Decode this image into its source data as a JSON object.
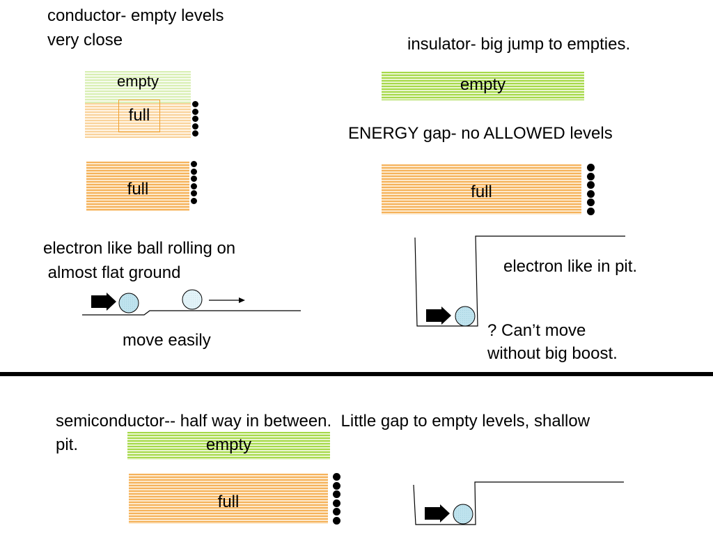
{
  "conductor": {
    "title_line1": "conductor- empty levels",
    "title_line2": "very close",
    "empty_label": "empty",
    "full_inner_label": "full",
    "full_label": "full",
    "analogy_line1": "electron like ball rolling on",
    "analogy_line2": " almost flat ground",
    "result": "move easily"
  },
  "insulator": {
    "title": "insulator- big jump to empties.",
    "empty_label": "empty",
    "gap_label": "ENERGY gap- no ALLOWED levels",
    "full_label": "full",
    "analogy": "electron like in pit.",
    "result_line1": "? Can’t move",
    "result_line2": "without big boost."
  },
  "semiconductor": {
    "title_line1": "semiconductor-- half way in between.  Little gap to empty levels, shallow",
    "title_line2": "pit.",
    "empty_label": "empty",
    "full_label": "full"
  },
  "colors": {
    "empty_band": "#a6d94a",
    "full_band": "#f5b25a",
    "ball": "#bfe3ee",
    "electron": "#000000"
  }
}
